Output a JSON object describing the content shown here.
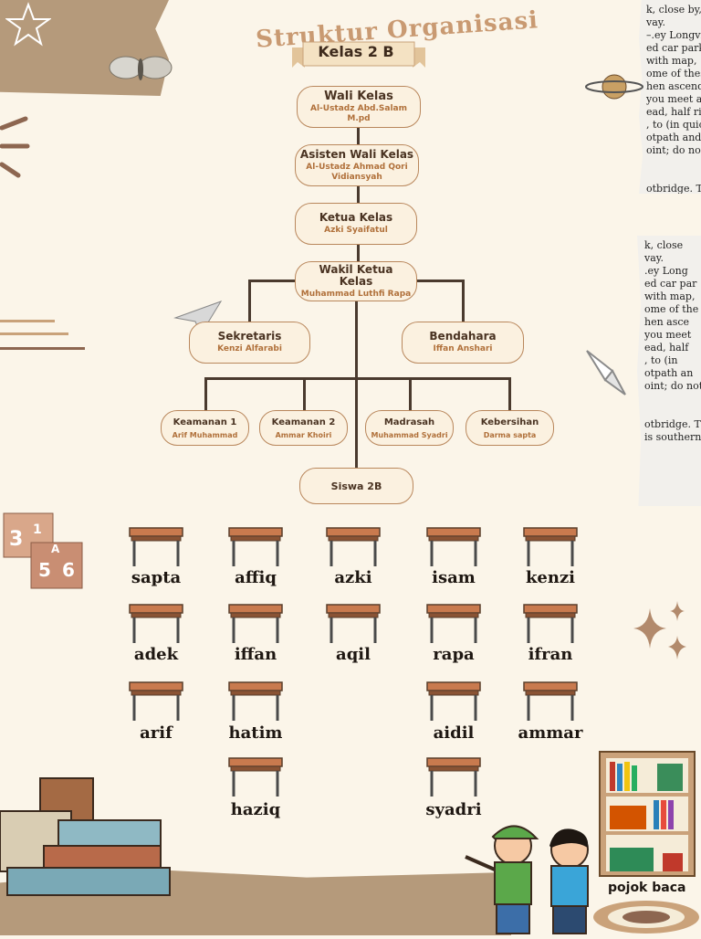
{
  "header": {
    "title": "Struktur Organisasi",
    "subtitle": "Kelas 2 B"
  },
  "org": {
    "wali": {
      "role": "Wali Kelas",
      "name": "Al-Ustadz Abd.Salam M.pd"
    },
    "asisten": {
      "role": "Asisten Wali Kelas",
      "name": "Al-Ustadz Ahmad Qori Vidiansyah"
    },
    "ketua": {
      "role": "Ketua Kelas",
      "name": "Azki Syaifatul"
    },
    "wakil": {
      "role": "Wakil Ketua Kelas",
      "name": "Muhammad Luthfi Rapa"
    },
    "sekretaris": {
      "role": "Sekretaris",
      "name": "Kenzi Alfarabi"
    },
    "bendahara": {
      "role": "Bendahara",
      "name": "Iffan Anshari"
    },
    "keamanan1": {
      "role": "Keamanan 1",
      "name": "Arif Muhammad"
    },
    "keamanan2": {
      "role": "Keamanan 2",
      "name": "Ammar Khoiri"
    },
    "madrasah": {
      "role": "Madrasah",
      "name": "Muhammad Syadri"
    },
    "kebersihan": {
      "role": "Kebersihan",
      "name": "Darma sapta"
    },
    "siswa": {
      "role": "Siswa 2B"
    }
  },
  "seats": {
    "col1": [
      "sapta",
      "adek",
      "arif"
    ],
    "col2": [
      "affiq",
      "iffan",
      "hatim",
      "haziq"
    ],
    "col3": [
      "azki",
      "aqil"
    ],
    "col4": [
      "isam",
      "rapa",
      "aidil",
      "syadri"
    ],
    "col5": [
      "kenzi",
      "ifran",
      "ammar"
    ]
  },
  "corner": {
    "label": "pojok baca"
  },
  "decor": {
    "paper_top": "k, close by, o\nvay.\n–.ey Longville\ned car park (G\nwith map, \"GR\nome of these an\nhen ascend th\nyou meet a sig\nead, half right\n, to (in quic\notpath and ov\noint; do not cro\n\n\notbridge. There\nis southern ban",
    "paper_mid": "k, close\nvay.\n.ey Long\ned car par\nwith map,\nome of the\nhen asce\nyou meet\nead, half\n, to (in\notpath an\noint; do not\n\n\notbridge. T\nis southern",
    "dice": [
      "3",
      "1",
      "5",
      "6",
      "A"
    ],
    "colors": {
      "accent": "#c99a72",
      "node_border": "#b9875c",
      "line": "#4a3a2e",
      "desk_top": "#c97a4e"
    }
  }
}
